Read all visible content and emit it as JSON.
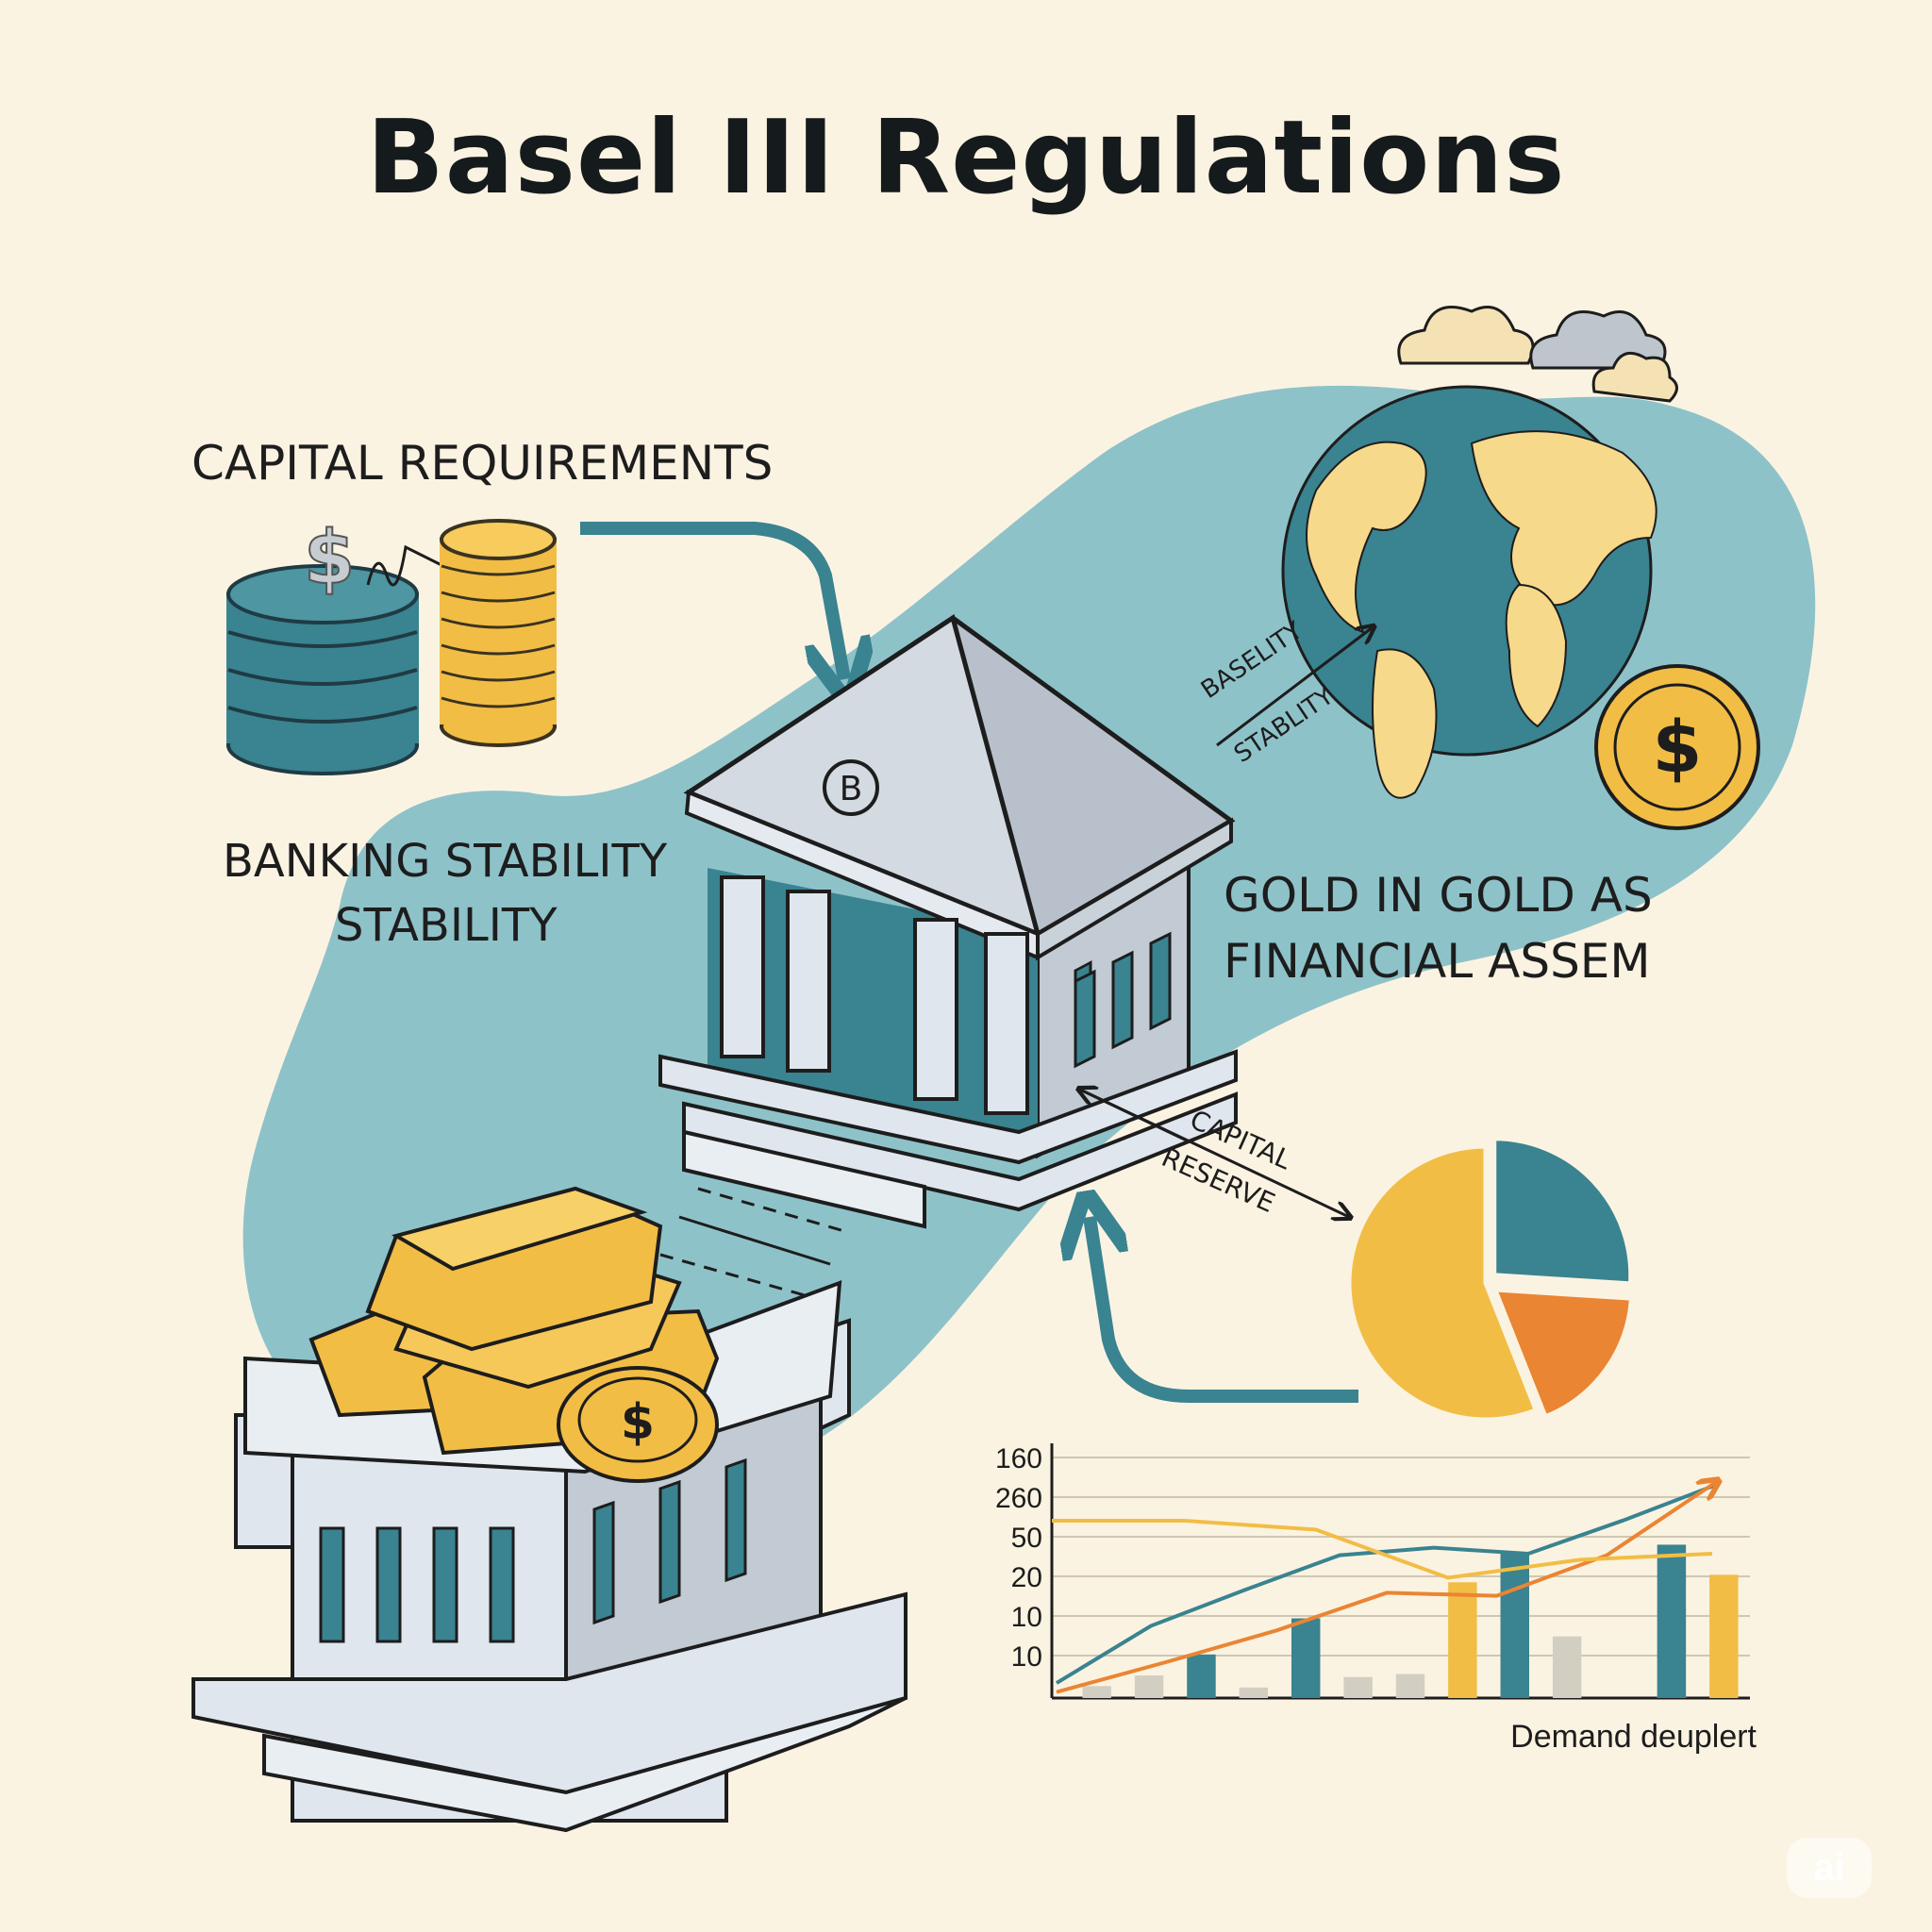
{
  "title": "Basel III Regulations",
  "labels": {
    "capital_requirements": "CAPITAL REQUIREMENTS",
    "banking_stability_line1": "BANKING STABILITY",
    "banking_stability_line2": "STABILITY",
    "gold_asset_line1": "GOLD IN GOLD AS",
    "gold_asset_line2": "FINANCIAL ASSEM",
    "basel_arrow_line1": "BASELITY",
    "basel_arrow_line2": "STABLITY",
    "capital_reserve_line1": "CAPITAL",
    "capital_reserve_line2": "RESERVE",
    "bank_emblem": "B",
    "coin_symbol": "$"
  },
  "colors": {
    "background": "#fbf3e2",
    "teal_blob": "#8ec2c9",
    "teal_dark": "#3a8390",
    "gold": "#f2bd45",
    "orange": "#ea8533",
    "building": "#dfe6ee",
    "ink": "#1d1d1d"
  },
  "chart_data": [
    {
      "type": "bar",
      "title": "",
      "xlabel": "Demand deuplert",
      "ylabel": "",
      "y_tick_labels": [
        "160",
        "260",
        "50",
        "20",
        "10",
        "10"
      ],
      "grid": true,
      "series": [
        {
          "color": "#d2cfc2",
          "values": [
            8,
            15,
            0,
            7,
            0,
            14,
            16,
            0,
            0,
            41,
            0,
            60,
            0
          ]
        },
        {
          "color": "#3a8390",
          "values": [
            0,
            0,
            29,
            0,
            53,
            0,
            0,
            0,
            96,
            0,
            0,
            0,
            0
          ]
        },
        {
          "color": "#f2bd45",
          "values": [
            0,
            0,
            0,
            0,
            0,
            0,
            0,
            77,
            0,
            0,
            0,
            0,
            82
          ]
        },
        {
          "color": "#3a8390",
          "values": [
            0,
            0,
            0,
            0,
            0,
            0,
            0,
            0,
            0,
            0,
            0,
            102,
            0
          ]
        }
      ],
      "lines": [
        {
          "color": "#3a8390",
          "values": [
            10,
            48,
            72,
            95,
            100,
            96,
            118,
            142
          ]
        },
        {
          "color": "#ea8533",
          "values": [
            4,
            24,
            45,
            70,
            68,
            95,
            144
          ]
        },
        {
          "color": "#f2bd45",
          "values": [
            118,
            118,
            112,
            80,
            92,
            96
          ]
        }
      ]
    },
    {
      "type": "pie",
      "title": "",
      "slices": [
        {
          "value": 56,
          "color": "#f2bd45"
        },
        {
          "value": 18,
          "color": "#ea8533"
        },
        {
          "value": 26,
          "color": "#3a8390"
        }
      ]
    }
  ]
}
